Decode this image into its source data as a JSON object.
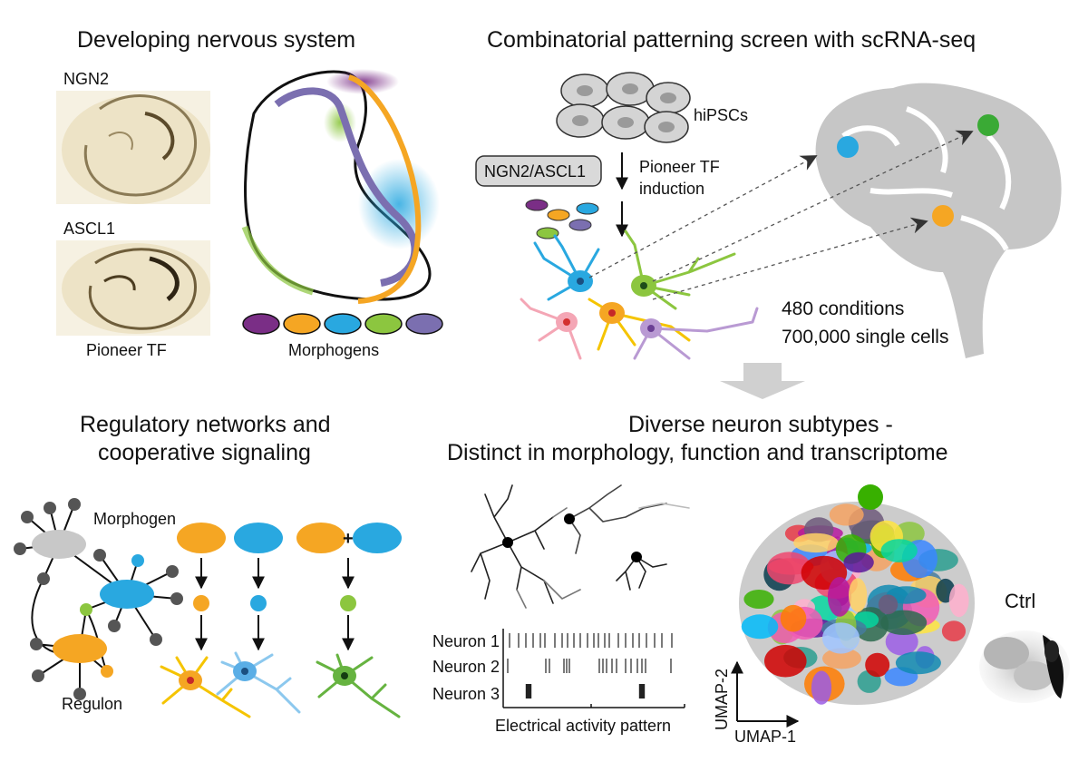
{
  "panels": {
    "top_left": {
      "title": "Developing nervous system",
      "tf1": "NGN2",
      "tf2": "ASCL1",
      "caption_tf": "Pioneer TF",
      "caption_morph": "Morphogens"
    },
    "top_right": {
      "title": "Combinatorial patterning screen with scRNA-seq",
      "cells": "hiPSCs",
      "box": "NGN2/ASCL1",
      "induction_1": "Pioneer TF",
      "induction_2": "induction",
      "stat_1": "480 conditions",
      "stat_2": "700,000 single cells"
    },
    "bottom_left": {
      "title_1": "Regulatory networks and",
      "title_2": "cooperative signaling",
      "morphogen": "Morphogen",
      "regulon": "Regulon",
      "plus": "+"
    },
    "bottom_right": {
      "title_1": "Diverse neuron subtypes -",
      "title_2": "Distinct in morphology, function and transcriptome",
      "neurons": [
        "Neuron 1",
        "Neuron 2",
        "Neuron 3"
      ],
      "activity_caption": "Electrical activity pattern",
      "umap_y": "UMAP-2",
      "umap_x": "UMAP-1",
      "ctrl": "Ctrl"
    }
  },
  "colors": {
    "purple": "#7a2e86",
    "orange": "#f5a623",
    "blue": "#29a8e0",
    "green": "#8cc63f",
    "lavender": "#7b6fb0",
    "grey": "#c8c8c8",
    "brain": "#c6c6c6"
  }
}
